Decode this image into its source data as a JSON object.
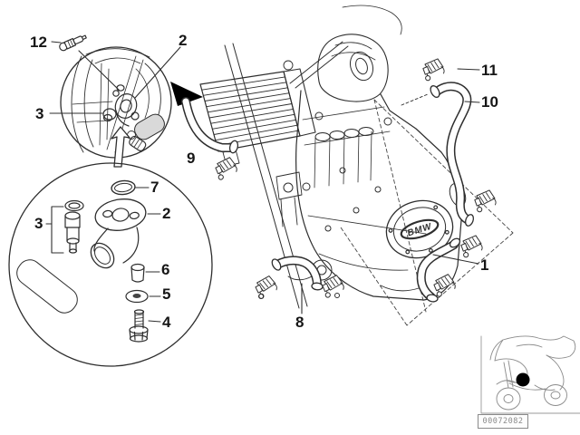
{
  "callouts": [
    {
      "label": "12"
    },
    {
      "label": "2"
    },
    {
      "label": "3"
    },
    {
      "label": "7"
    },
    {
      "label": "2"
    },
    {
      "label": "3"
    },
    {
      "label": "6"
    },
    {
      "label": "5"
    },
    {
      "label": "4"
    },
    {
      "label": "9"
    },
    {
      "label": "8"
    },
    {
      "label": "1"
    },
    {
      "label": "10"
    },
    {
      "label": "11"
    }
  ],
  "engine": {
    "logo": "BMW"
  },
  "thumbnail": {
    "part_number": "00072082"
  },
  "colors": {
    "line": "#2e2e2e",
    "background": "#ffffff",
    "arrow": "#000000",
    "thumbnail_line": "#8a8a8a"
  }
}
